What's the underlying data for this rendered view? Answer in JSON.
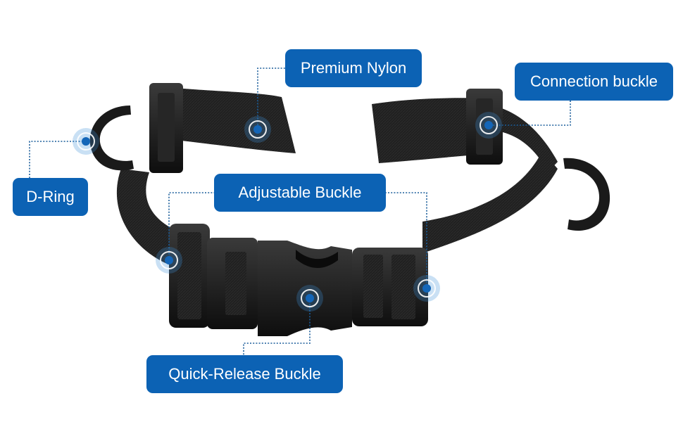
{
  "product": "nylon collar with plastic buckles and D-rings",
  "colors": {
    "callout_fill": "#0c62b4",
    "callout_text": "#ffffff",
    "hotspot": "#1466b8",
    "leader_line": "#1a5d9a",
    "strap": "#1e1e1e",
    "background": "#ffffff"
  },
  "callouts": {
    "premium_nylon": "Premium Nylon",
    "connection_buckle": "Connection buckle",
    "d_ring": "D-Ring",
    "adjustable_buckle": "Adjustable Buckle",
    "quick_release_buckle": "Quick-Release Buckle"
  }
}
